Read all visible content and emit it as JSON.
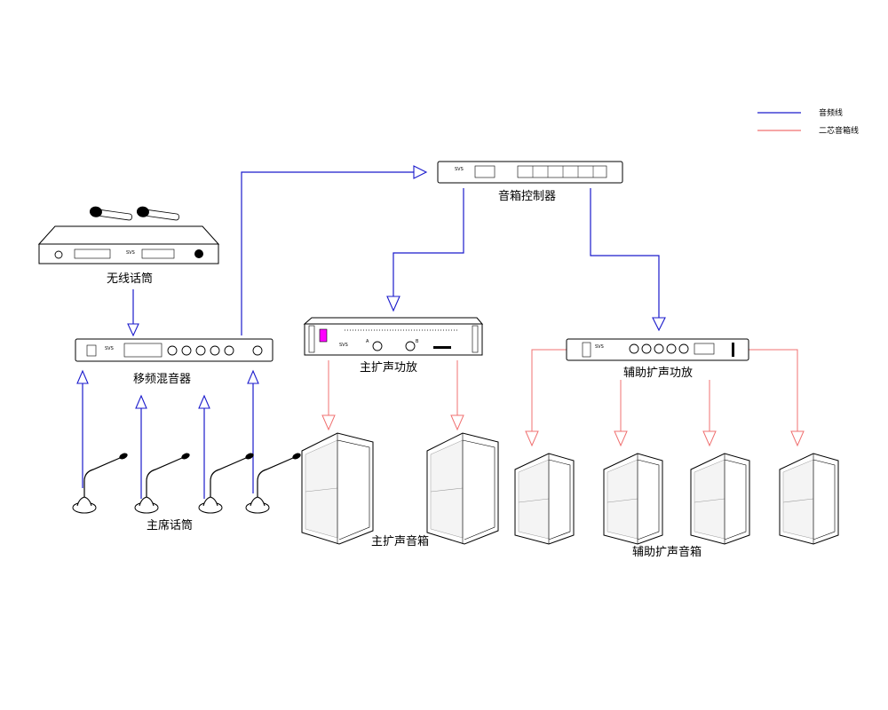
{
  "legend": {
    "audio_line": "音频线",
    "speaker_line": "二芯音箱线",
    "colors": {
      "audio": "#1a1acc",
      "speaker": "#f07070"
    }
  },
  "devices": {
    "wireless_mic": "无线话筒",
    "mixer": "移频混音器",
    "chairman_mic": "主席话筒",
    "speaker_controller": "音箱控制器",
    "main_amp": "主扩声功放",
    "aux_amp": "辅助扩声功放",
    "main_speakers": "主扩声音箱",
    "aux_speakers": "辅助扩声音箱"
  },
  "brand": "SVS",
  "channel_marks": {
    "a": "A",
    "b": "B"
  }
}
